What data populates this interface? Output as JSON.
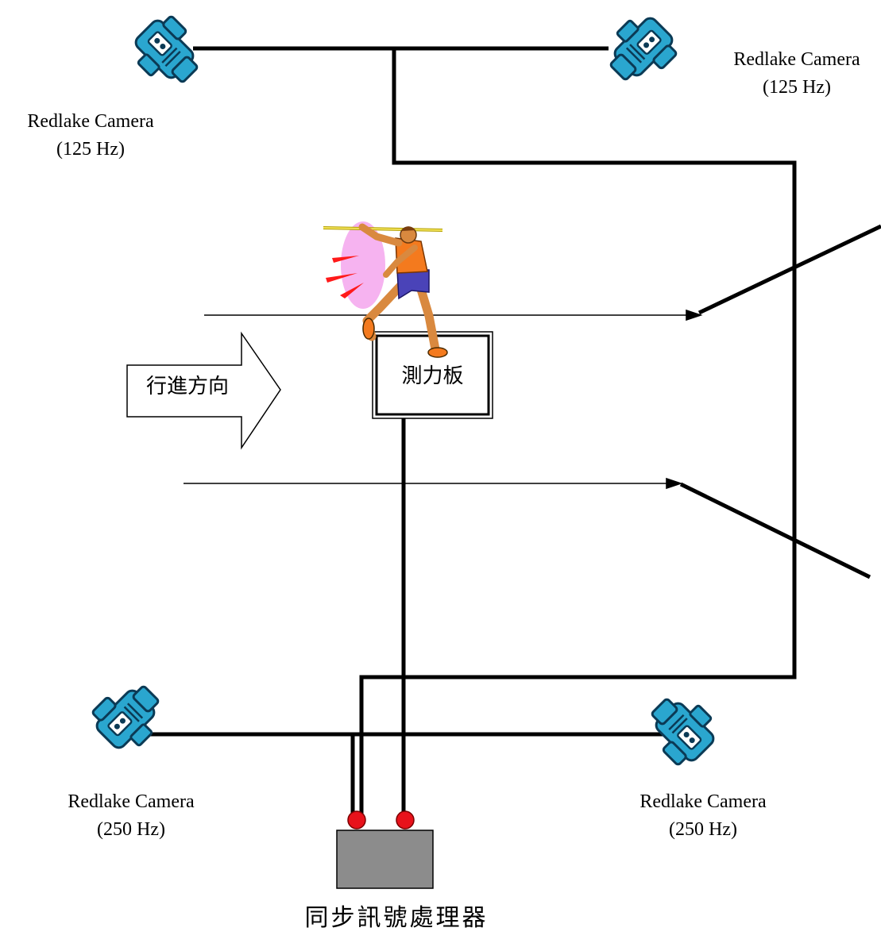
{
  "cameras": {
    "top_left": {
      "name": "Redlake Camera",
      "rate": "(125 Hz)"
    },
    "top_right": {
      "name": "Redlake Camera",
      "rate": "(125 Hz)"
    },
    "bottom_left": {
      "name": "Redlake Camera",
      "rate": "(250 Hz)"
    },
    "bottom_right": {
      "name": "Redlake Camera",
      "rate": "(250 Hz)"
    }
  },
  "direction_label": "行進方向",
  "force_plate_label": "測力板",
  "sync_processor_label": "同步訊號處理器",
  "colors": {
    "camera_body": "#2aa6cf",
    "camera_outline": "#0b3a55",
    "connector_red": "#e8121b",
    "processor_gray": "#8c8c8c",
    "athlete_shirt": "#f47a1e",
    "athlete_shorts": "#4a43b8",
    "athlete_skin": "#d9893f",
    "motion_pink": "#f6b3f0",
    "motion_red": "#ff1a1a"
  },
  "icons": {
    "camera": "video-camera-icon",
    "athlete": "javelin-thrower-icon",
    "arrow": "block-arrow-right-icon"
  }
}
